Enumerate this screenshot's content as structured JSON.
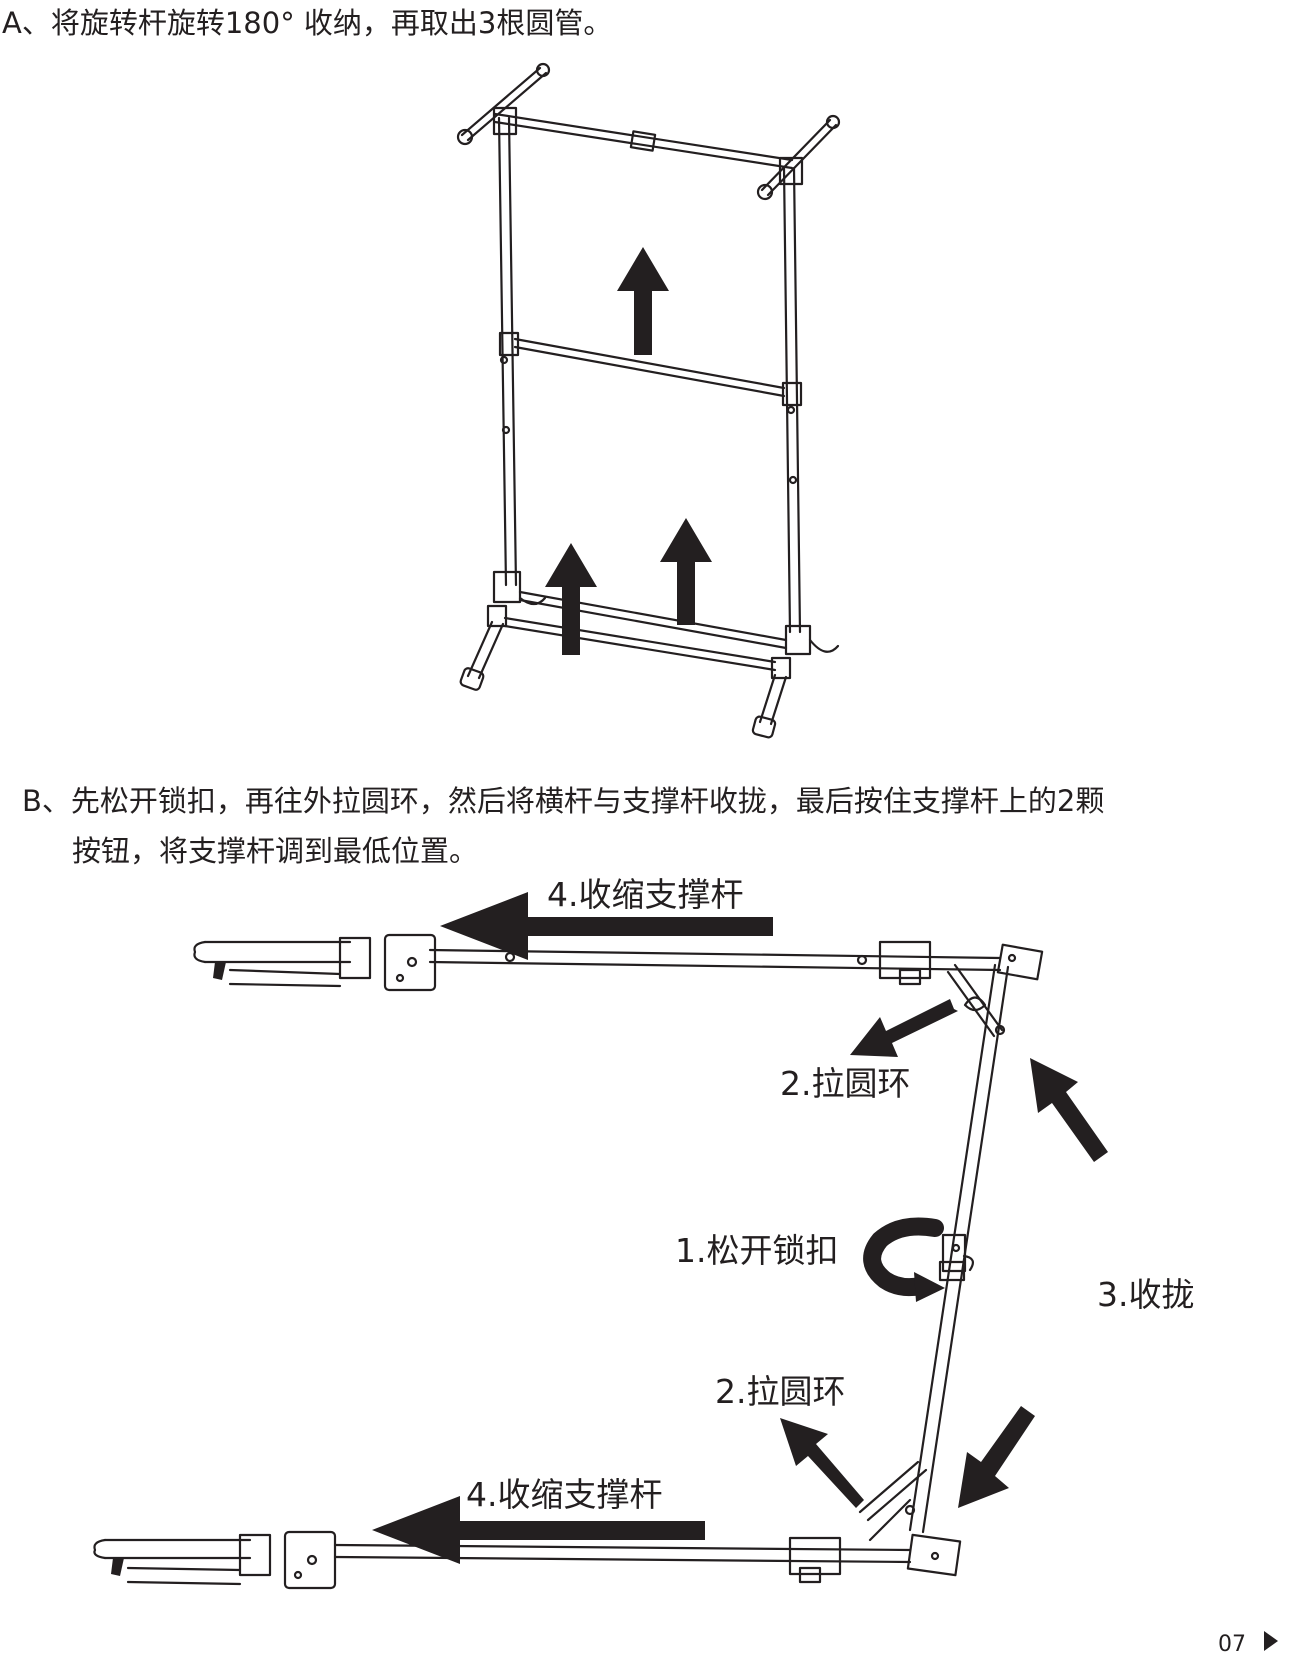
{
  "steps": {
    "a": "A、将旋转杆旋转180°  收纳，再取出3根圆管。",
    "b_line1": "B、先松开锁扣，再往外拉圆环，然后将横杆与支撑杆收拢，最后按住支撑杆上的2颗",
    "b_line2": "按钮，将支撑杆调到最低位置。"
  },
  "labels": {
    "retract_top": "4.收缩支撑杆",
    "pull_ring_top": "2.拉圆环",
    "loosen_lock": "1.松开锁扣",
    "fold": "3.收拢",
    "pull_ring_bottom": "2.拉圆环",
    "retract_bottom": "4.收缩支撑杆"
  },
  "page": {
    "number": "07"
  },
  "colors": {
    "ink": "#231f20"
  }
}
